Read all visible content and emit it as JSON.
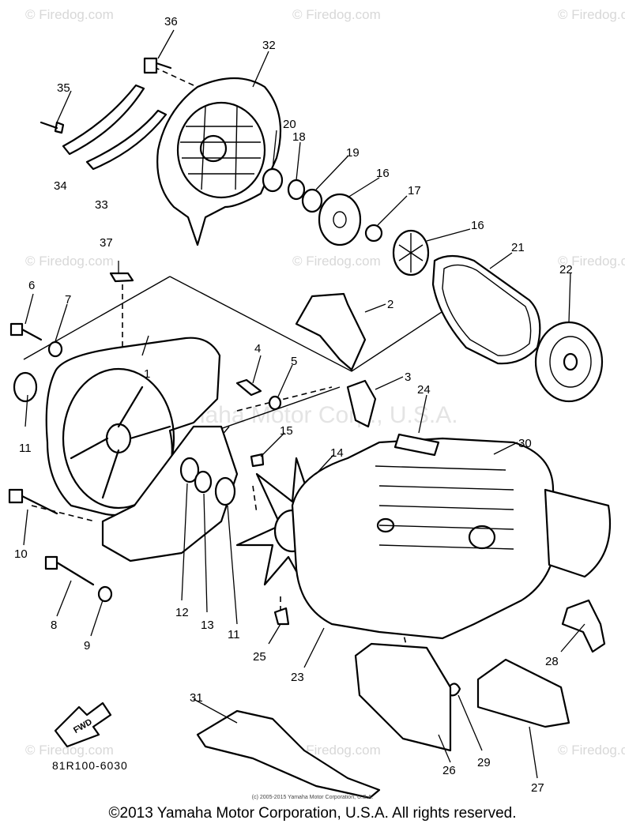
{
  "watermark": {
    "site": "© Firedog.com",
    "center": "Yamaha Motor Corp., U.S.A."
  },
  "callouts": [
    "1",
    "2",
    "3",
    "4",
    "5",
    "6",
    "7",
    "8",
    "9",
    "10",
    "11",
    "11",
    "12",
    "13",
    "14",
    "15",
    "16",
    "16",
    "17",
    "18",
    "19",
    "20",
    "21",
    "22",
    "23",
    "24",
    "25",
    "26",
    "27",
    "28",
    "29",
    "30",
    "31",
    "32",
    "33",
    "34",
    "35",
    "36",
    "37"
  ],
  "fwd_label": "FWD",
  "drawing_code": "81R100-6030",
  "small_copyright": "(c) 2005-2015 Yamaha Motor Corporation, U.S.A.",
  "copyright": "©2013 Yamaha Motor Corporation, U.S.A. All rights reserved."
}
